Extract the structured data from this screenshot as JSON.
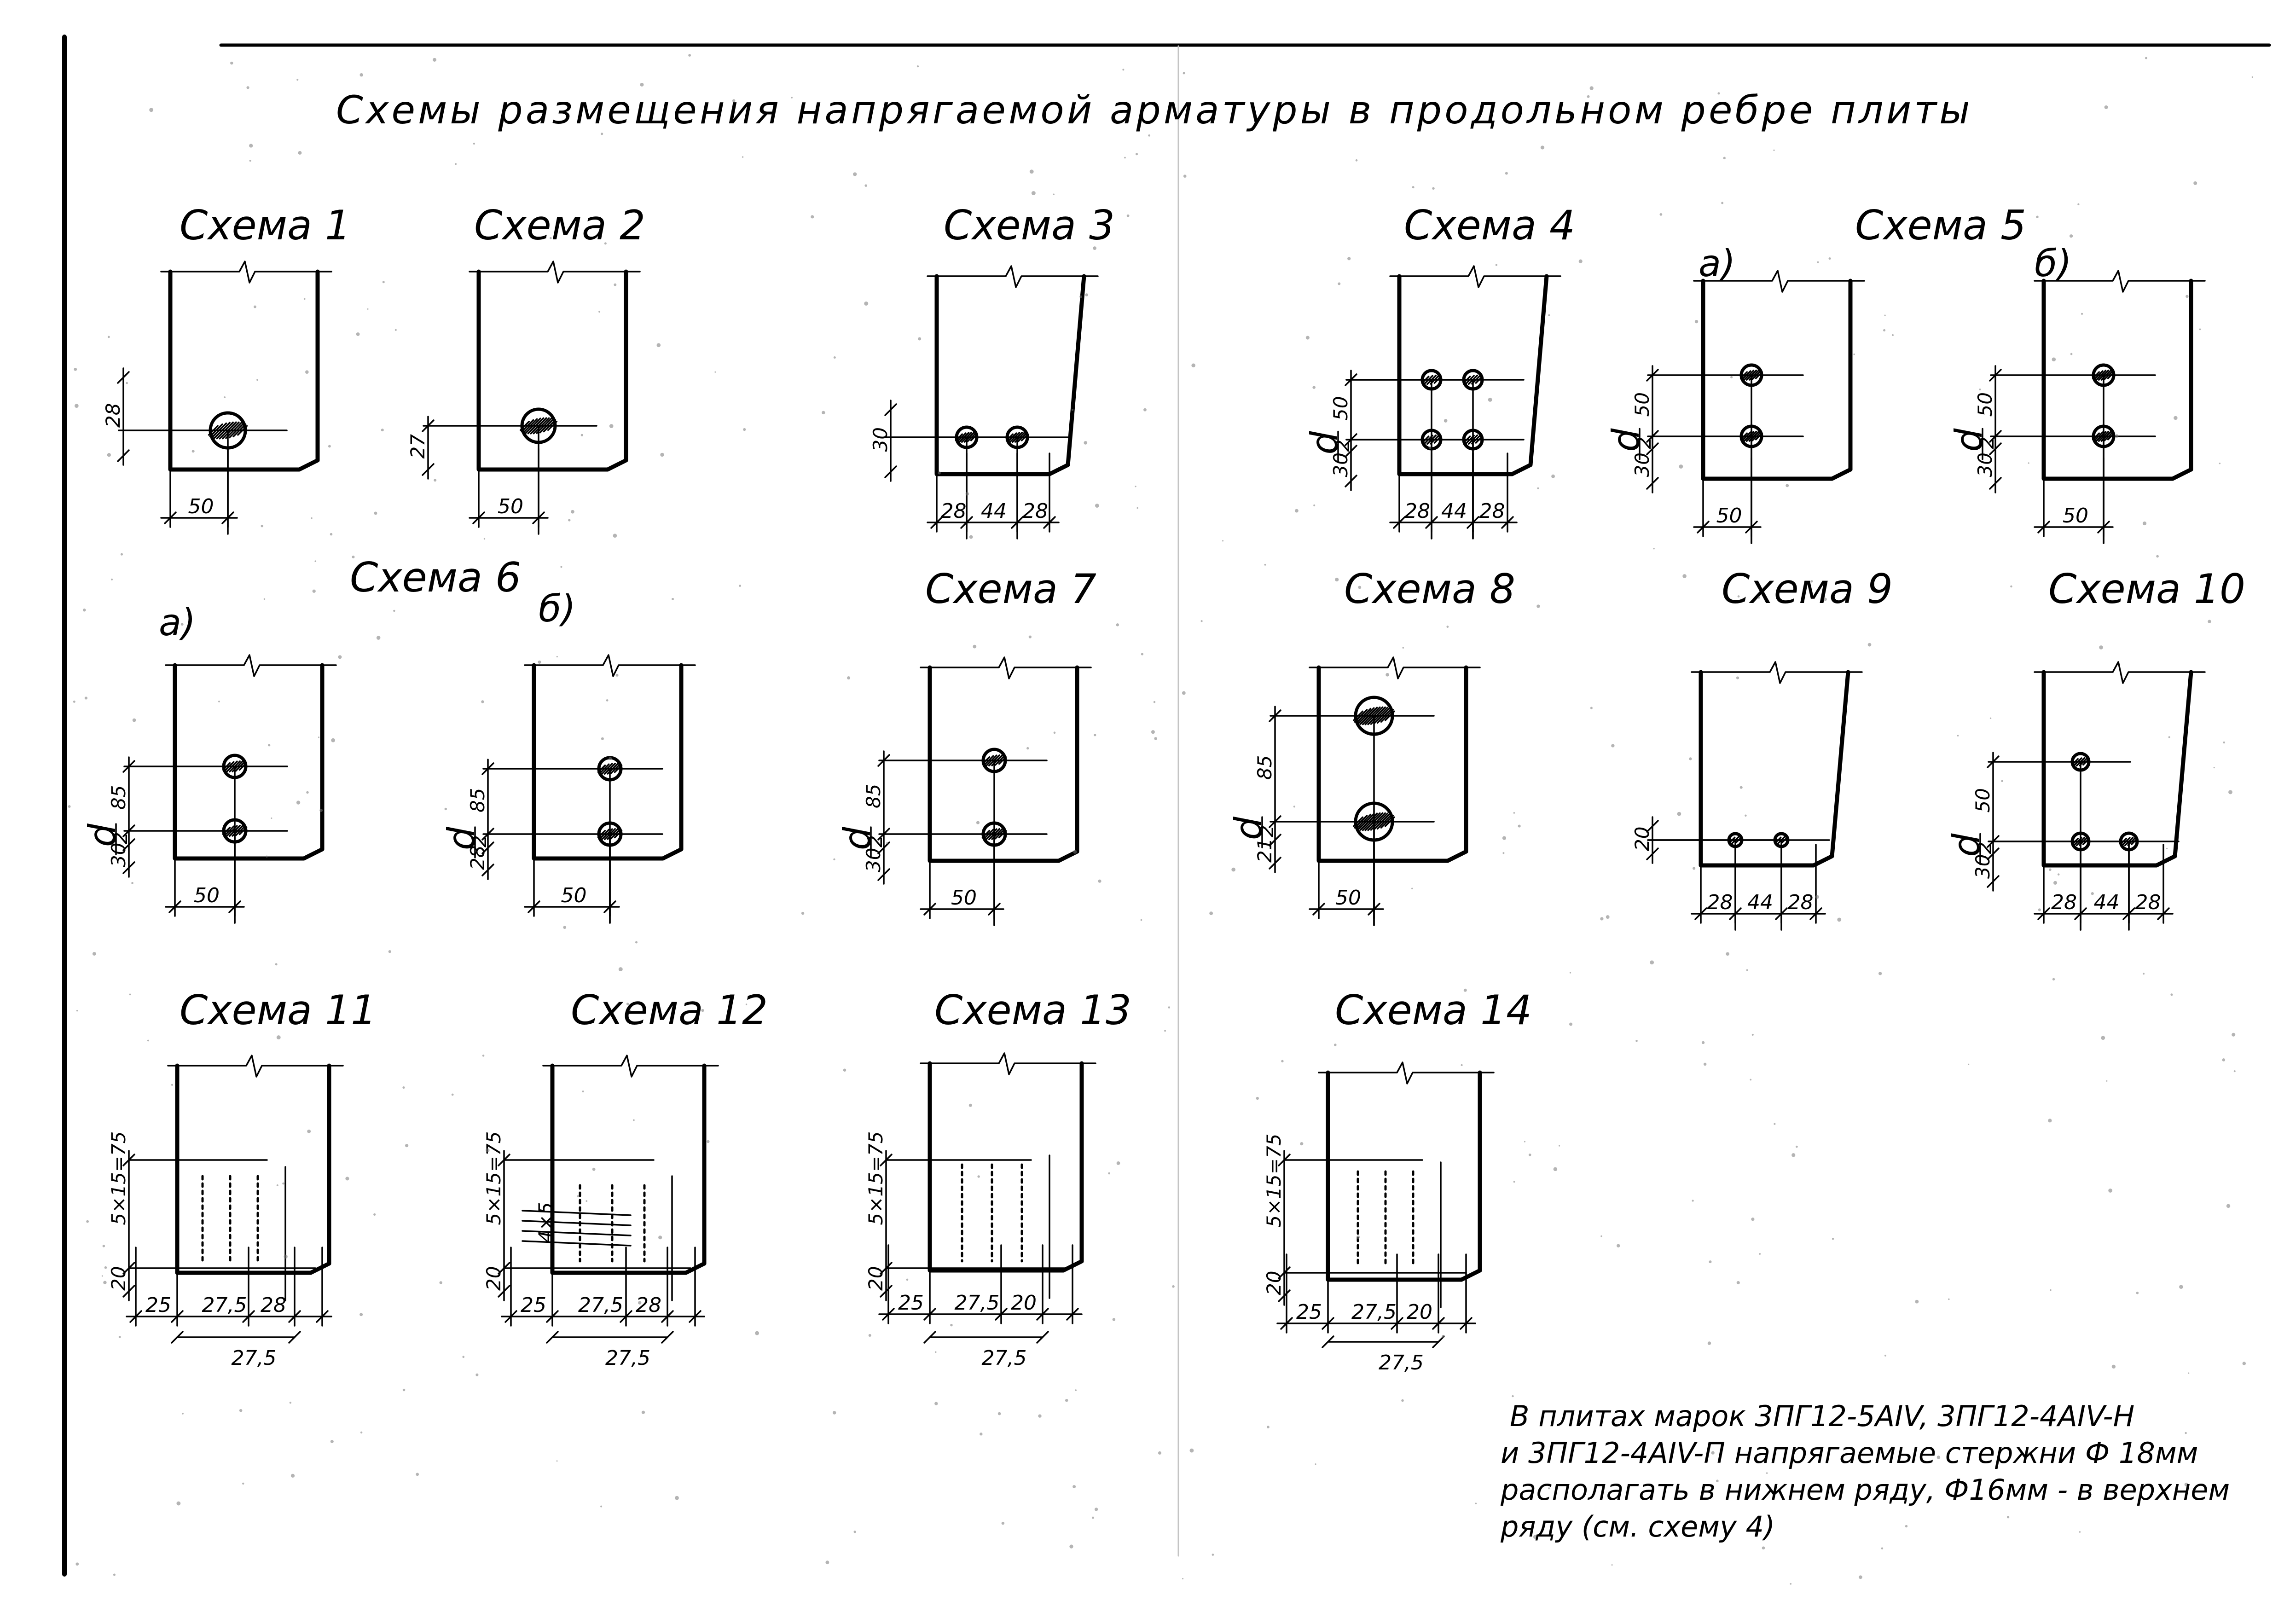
{
  "title": "Схемы размещения напрягаемой арматуры в продольном ребре плиты",
  "schemes": [
    {
      "label": "Схема 1",
      "subs": [
        {
          "sub": "",
          "dims": {
            "bottom": [
              "50"
            ],
            "left": [
              "28"
            ]
          }
        }
      ]
    },
    {
      "label": "Схема 2",
      "subs": [
        {
          "sub": "",
          "dims": {
            "bottom": [
              "50"
            ],
            "left": [
              "27"
            ]
          }
        }
      ]
    },
    {
      "label": "Схема 3",
      "subs": [
        {
          "sub": "",
          "dims": {
            "bottom": [
              "28",
              "44",
              "28"
            ],
            "left": [
              "30"
            ]
          }
        }
      ]
    },
    {
      "label": "Схема 4",
      "subs": [
        {
          "sub": "",
          "dims": {
            "bottom": [
              "28",
              "44",
              "28"
            ],
            "left": [
              "50",
              "d/2",
              "30"
            ]
          }
        }
      ]
    },
    {
      "label": "Схема 5",
      "subs": [
        {
          "sub": "а)",
          "dims": {
            "bottom": [
              "50"
            ],
            "left": [
              "50",
              "d/2",
              "30"
            ]
          }
        },
        {
          "sub": "б)",
          "dims": {
            "bottom": [
              "50"
            ],
            "left": [
              "50",
              "d/2",
              "30"
            ]
          }
        }
      ]
    },
    {
      "label": "Схема 6",
      "subs": [
        {
          "sub": "а)",
          "dims": {
            "bottom": [
              "50"
            ],
            "left": [
              "85",
              "d/2",
              "30"
            ]
          }
        },
        {
          "sub": "б)",
          "dims": {
            "bottom": [
              "50"
            ],
            "left": [
              "85",
              "d/2",
              "28"
            ]
          }
        }
      ]
    },
    {
      "label": "Схема 7",
      "subs": [
        {
          "sub": "",
          "dims": {
            "bottom": [
              "50"
            ],
            "left": [
              "85",
              "d/2",
              "30"
            ]
          }
        }
      ]
    },
    {
      "label": "Схема 8",
      "subs": [
        {
          "sub": "",
          "dims": {
            "bottom": [
              "50"
            ],
            "left": [
              "85",
              "d/2",
              "21"
            ]
          }
        }
      ]
    },
    {
      "label": "Схема 9",
      "subs": [
        {
          "sub": "",
          "dims": {
            "bottom": [
              "28",
              "44",
              "28"
            ],
            "left": [
              "20"
            ]
          }
        }
      ]
    },
    {
      "label": "Схема 10",
      "subs": [
        {
          "sub": "",
          "dims": {
            "bottom": [
              "28",
              "44",
              "28"
            ],
            "left": [
              "50",
              "d/2",
              "30"
            ]
          }
        }
      ]
    },
    {
      "label": "Схема 11",
      "subs": [
        {
          "sub": "",
          "dims": {
            "bottom": [
              "25",
              "27,5",
              "28"
            ],
            "total": "27,5",
            "left": [
              "5×15=75",
              "20"
            ]
          }
        }
      ]
    },
    {
      "label": "Схема 12",
      "subs": [
        {
          "sub": "",
          "dims": {
            "bottom": [
              "25",
              "27,5",
              "28"
            ],
            "total": "27,5",
            "left": [
              "5×15=75",
              "4×5",
              "20"
            ]
          }
        }
      ]
    },
    {
      "label": "Схема 13",
      "subs": [
        {
          "sub": "",
          "dims": {
            "bottom": [
              "25",
              "27,5",
              "20"
            ],
            "total": "27,5",
            "left": [
              "5×15=75",
              "20"
            ]
          }
        }
      ]
    },
    {
      "label": "Схема 14",
      "subs": [
        {
          "sub": "",
          "dims": {
            "bottom": [
              "25",
              "27,5",
              "20"
            ],
            "total": "27,5",
            "left": [
              "5×15=75",
              "20"
            ]
          }
        }
      ]
    }
  ],
  "note": [
    "В плитах марок 3ПГ12-5АIV, 3ПГ12-4АIV-Н",
    "и 3ПГ12-4АIV-П напрягаемые стержни Ф 18мм",
    "располагать в нижнем ряду, Ф16мм - в верхнем",
    "ряду (см. схему 4)"
  ]
}
